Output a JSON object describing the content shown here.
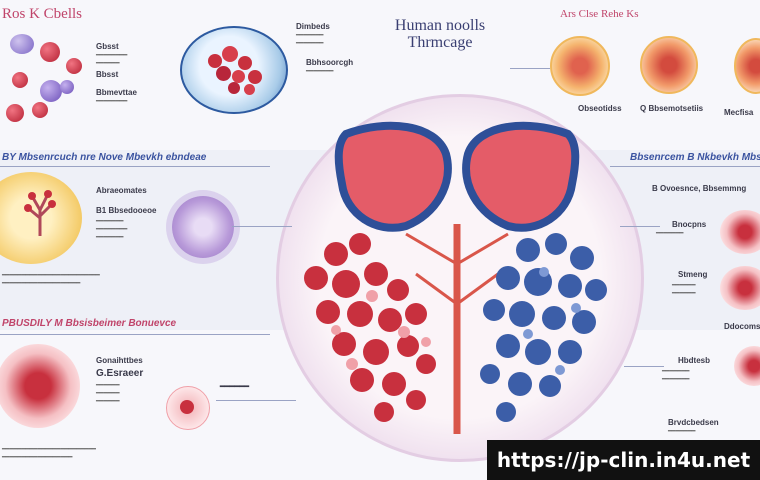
{
  "header": {
    "title_line1": "Human noolls",
    "title_line2": "Thrmcage",
    "top_left": "Ros K Cbells",
    "top_right": "Ars Clse Rehe Ks"
  },
  "top_left_labels": [
    "Gbsst",
    "Bbsst",
    "Bbmevttae"
  ],
  "top_center_labels": [
    "Dimbeds",
    "Bbhsoorcgh"
  ],
  "top_right_labels": [
    "Obseotidss",
    "Q Bbsemotsetiis",
    "Mecfisa"
  ],
  "sections": {
    "mid_left_header": "BY Mbsenrcuch nre Nove Mbevkh ebndeae",
    "mid_right_header": "Bbsenrcem B Nkbevkh Mbstr",
    "low_left_header": "PBUSDILY M Bbsisbeimer Bonuevce"
  },
  "mid_left_labels": [
    "Abraeomates",
    "B1 Bbsedooeoe"
  ],
  "low_left_labels": [
    "Gonaihttbes",
    "G.Esraeer"
  ],
  "right_labels": [
    "B Ovoesnce, Bbsemmng",
    "Bnocpns",
    "Stmeng",
    "Ddocomsex",
    "Hbdtesb",
    "Brvdcbedsen"
  ],
  "footer_url": "https://jp-clin.in4u.net",
  "colors": {
    "red_cell": "#c8303e",
    "blue_cell": "#3c5ea8",
    "thymus_red": "#e45c68",
    "thymus_blue": "#2e4f98",
    "purple_cell": "#b89ad9",
    "yellow_cell": "#f2c55a"
  }
}
